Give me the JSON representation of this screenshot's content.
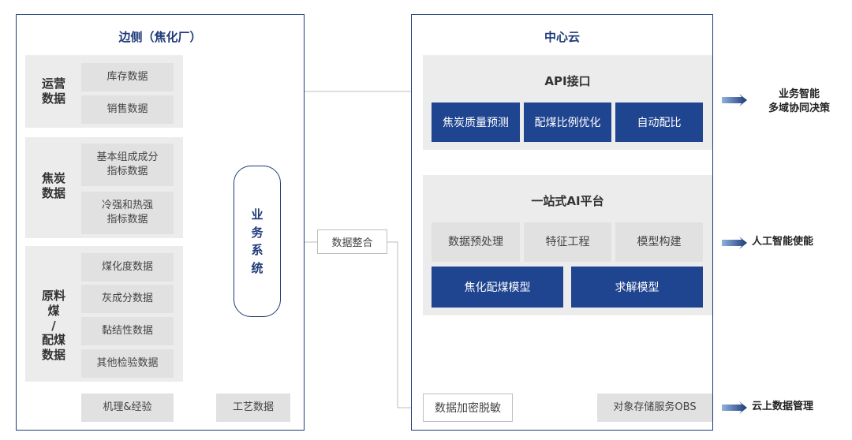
{
  "edge": {
    "title": "边侧（焦化厂）",
    "groups": [
      {
        "title": "运营\n数据",
        "items": [
          "库存数据",
          "销售数据"
        ]
      },
      {
        "title": "焦炭\n数据",
        "items": [
          "基本组成成分\n指标数据",
          "冷强和热强\n指标数据"
        ]
      },
      {
        "title": "原料\n煤\n/\n配煤\n数据",
        "items": [
          "煤化度数据",
          "灰成分数据",
          "黏结性数据",
          "其他检验数据"
        ]
      }
    ],
    "mechanism": "机理&经验",
    "process_data": "工艺数据",
    "business_system": "业\n务\n系\n统"
  },
  "integration": "数据整合",
  "desensitize": "数据加密脱敏",
  "cloud": {
    "title": "中心云",
    "api": {
      "title": "API接口",
      "items": [
        "焦炭质量预测",
        "配煤比例优化",
        "自动配比"
      ]
    },
    "platform": {
      "title": "一站式AI平台",
      "tools": [
        "数据预处理",
        "特征工程",
        "模型构建"
      ],
      "models": [
        "焦化配煤模型",
        "求解模型"
      ]
    },
    "obs": "对象存储服务OBS"
  },
  "outputs": [
    "业务智能\n多域协同决策",
    "人工智能使能",
    "云上数据管理"
  ],
  "colors": {
    "navy": "#1e3a78",
    "blue_box": "#1f4490",
    "gray_group": "#ececec",
    "gray_item": "#e1e1e1",
    "arrow": "#bdbdbd"
  }
}
